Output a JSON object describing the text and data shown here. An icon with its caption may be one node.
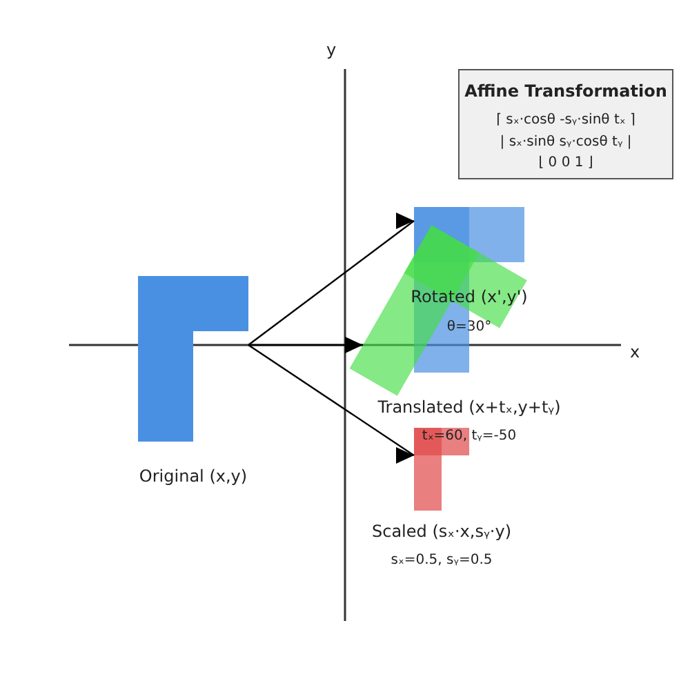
{
  "diagram": {
    "nodes": [
      {
        "text": [
          "Original (x,y)"
        ]
      },
      {
        "text": [
          "Translated (x+tₓ,y+tᵧ)",
          "tₓ=60, tᵧ=-50"
        ]
      },
      {
        "text": [
          "Rotated (x',y')",
          "θ=30°"
        ]
      },
      {
        "text": [
          "Scaled (sₓ·x,sᵧ·y)",
          "sₓ=0.5, sᵧ=0.5"
        ]
      },
      {
        "text": [
          "Affine Transformation",
          "⌈ sₓ·cosθ -sᵧ·sinθ tₓ ⌉",
          "| sₓ·sinθ sᵧ·cosθ tᵧ |",
          "⌊ 0 0 1 ⌋"
        ]
      }
    ],
    "edges": [
      {
        "from": 0,
        "to": 1,
        "arrow": "to"
      },
      {
        "from": 0,
        "to": 2,
        "arrow": "to"
      },
      {
        "from": 0,
        "to": 3,
        "arrow": "to"
      }
    ],
    "labels": [
      "y",
      "x"
    ]
  }
}
